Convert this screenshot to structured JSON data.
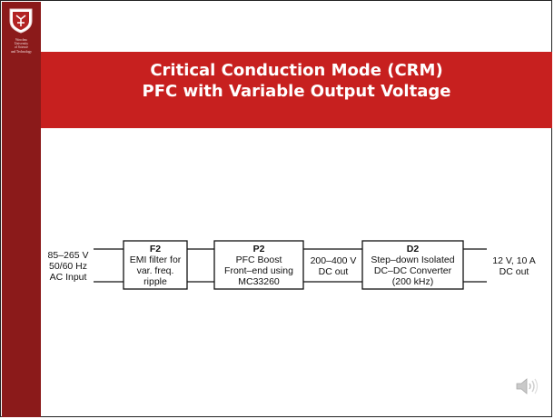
{
  "sidebar": {
    "caption_lines": [
      "Wrocław",
      "University",
      "of Science",
      "and Technology"
    ],
    "logo_icon": "university-crest-icon"
  },
  "slide": {
    "title_line1": "Critical Conduction Mode (CRM)",
    "title_line2": "PFC with Variable Output Voltage"
  },
  "diagram": {
    "input": {
      "lines": [
        "85–265 V",
        "50/60 Hz",
        "AC Input"
      ]
    },
    "blocks": [
      {
        "id": "F2",
        "lines": [
          "EMI filter for",
          "var. freq.",
          "ripple"
        ]
      },
      {
        "id": "P2",
        "lines": [
          "PFC Boost",
          "Front–end using",
          "MC33260"
        ]
      },
      {
        "id": "D2",
        "lines": [
          "Step–down Isolated",
          "DC–DC Converter",
          "(200 kHz)"
        ]
      }
    ],
    "intermediate": {
      "lines": [
        "200–400 V",
        "DC out"
      ]
    },
    "output": {
      "lines": [
        "12 V, 10 A",
        "DC out"
      ]
    }
  },
  "controls": {
    "audio_icon": "speaker-icon"
  },
  "colors": {
    "sidebar": "#8b1a1a",
    "banner": "#c7201f",
    "title_text": "#ffffff"
  }
}
